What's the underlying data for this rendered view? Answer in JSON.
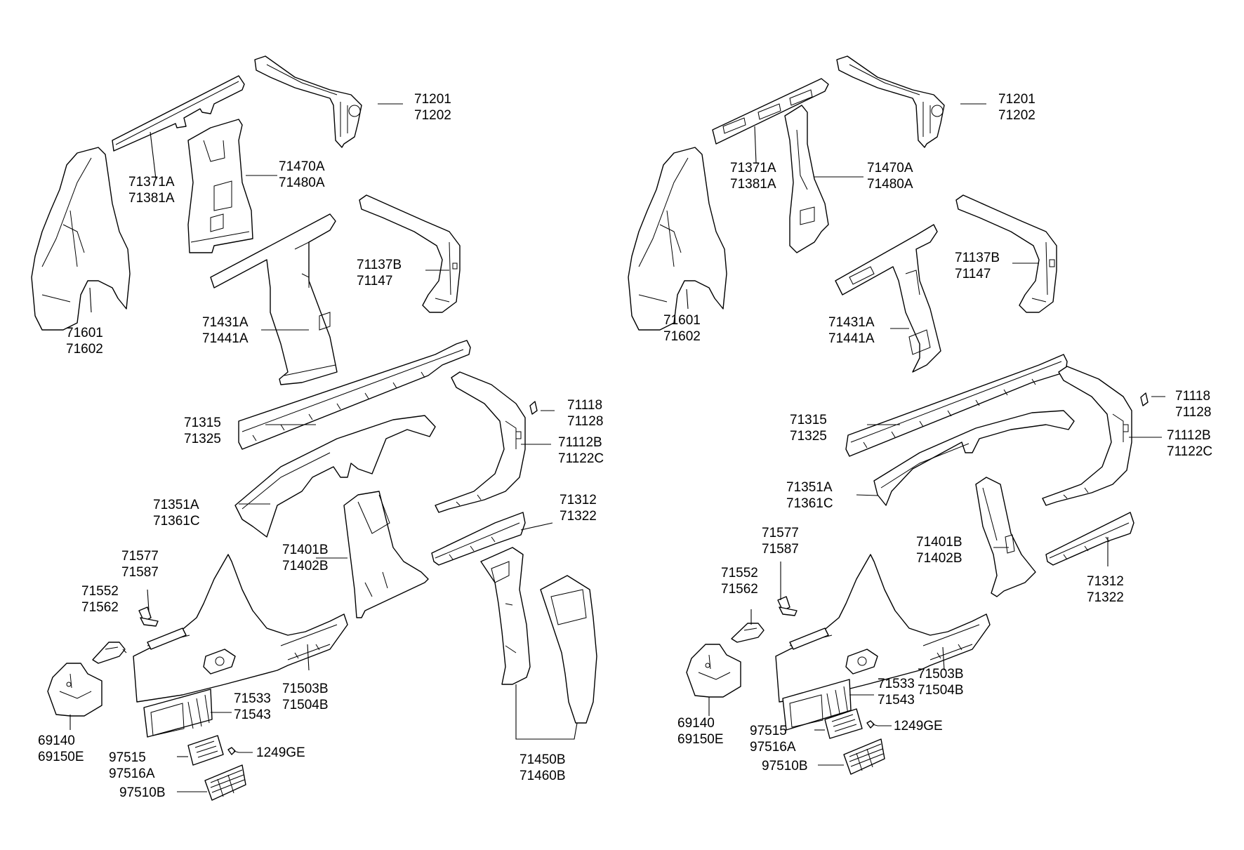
{
  "colors": {
    "line": "#000000",
    "background": "#ffffff"
  },
  "left_diagram": {
    "labels": [
      {
        "id": "l71201",
        "lines": [
          "71201",
          "71202"
        ]
      },
      {
        "id": "l71371",
        "lines": [
          "71371A",
          "71381A"
        ]
      },
      {
        "id": "l71470",
        "lines": [
          "71470A",
          "71480A"
        ]
      },
      {
        "id": "l71601",
        "lines": [
          "71601",
          "71602"
        ]
      },
      {
        "id": "l71137",
        "lines": [
          "71137B",
          "71147"
        ]
      },
      {
        "id": "l71431",
        "lines": [
          "71431A",
          "71441A"
        ]
      },
      {
        "id": "l71315",
        "lines": [
          "71315",
          "71325"
        ]
      },
      {
        "id": "l71118",
        "lines": [
          "71118",
          "71128"
        ]
      },
      {
        "id": "l71112",
        "lines": [
          "71112B",
          "71122C"
        ]
      },
      {
        "id": "l71351",
        "lines": [
          "71351A",
          "71361C"
        ]
      },
      {
        "id": "l71312",
        "lines": [
          "71312",
          "71322"
        ]
      },
      {
        "id": "l71577",
        "lines": [
          "71577",
          "71587"
        ]
      },
      {
        "id": "l71401",
        "lines": [
          "71401B",
          "71402B"
        ]
      },
      {
        "id": "l71552",
        "lines": [
          "71552",
          "71562"
        ]
      },
      {
        "id": "l71503",
        "lines": [
          "71503B",
          "71504B"
        ]
      },
      {
        "id": "l71533",
        "lines": [
          "71533",
          "71543"
        ]
      },
      {
        "id": "l69140",
        "lines": [
          "69140",
          "69150E"
        ]
      },
      {
        "id": "l97515",
        "lines": [
          "97515",
          "97516A"
        ]
      },
      {
        "id": "l1249",
        "lines": [
          "1249GE"
        ]
      },
      {
        "id": "l97510",
        "lines": [
          "97510B"
        ]
      },
      {
        "id": "l71450",
        "lines": [
          "71450B",
          "71460B"
        ]
      }
    ]
  },
  "right_diagram": {
    "labels": [
      {
        "id": "r71201",
        "lines": [
          "71201",
          "71202"
        ]
      },
      {
        "id": "r71371",
        "lines": [
          "71371A",
          "71381A"
        ]
      },
      {
        "id": "r71470",
        "lines": [
          "71470A",
          "71480A"
        ]
      },
      {
        "id": "r71601",
        "lines": [
          "71601",
          "71602"
        ]
      },
      {
        "id": "r71137",
        "lines": [
          "71137B",
          "71147"
        ]
      },
      {
        "id": "r71431",
        "lines": [
          "71431A",
          "71441A"
        ]
      },
      {
        "id": "r71315",
        "lines": [
          "71315",
          "71325"
        ]
      },
      {
        "id": "r71118",
        "lines": [
          "71118",
          "71128"
        ]
      },
      {
        "id": "r71112",
        "lines": [
          "71112B",
          "71122C"
        ]
      },
      {
        "id": "r71351",
        "lines": [
          "71351A",
          "71361C"
        ]
      },
      {
        "id": "r71577",
        "lines": [
          "71577",
          "71587"
        ]
      },
      {
        "id": "r71401",
        "lines": [
          "71401B",
          "71402B"
        ]
      },
      {
        "id": "r71552",
        "lines": [
          "71552",
          "71562"
        ]
      },
      {
        "id": "r71312",
        "lines": [
          "71312",
          "71322"
        ]
      },
      {
        "id": "r71533",
        "lines": [
          "71533",
          "71543"
        ]
      },
      {
        "id": "r71503",
        "lines": [
          "71503B",
          "71504B"
        ]
      },
      {
        "id": "r69140",
        "lines": [
          "69140",
          "69150E"
        ]
      },
      {
        "id": "r97515",
        "lines": [
          "97515",
          "97516A"
        ]
      },
      {
        "id": "r1249",
        "lines": [
          "1249GE"
        ]
      },
      {
        "id": "r97510",
        "lines": [
          "97510B"
        ]
      }
    ]
  }
}
